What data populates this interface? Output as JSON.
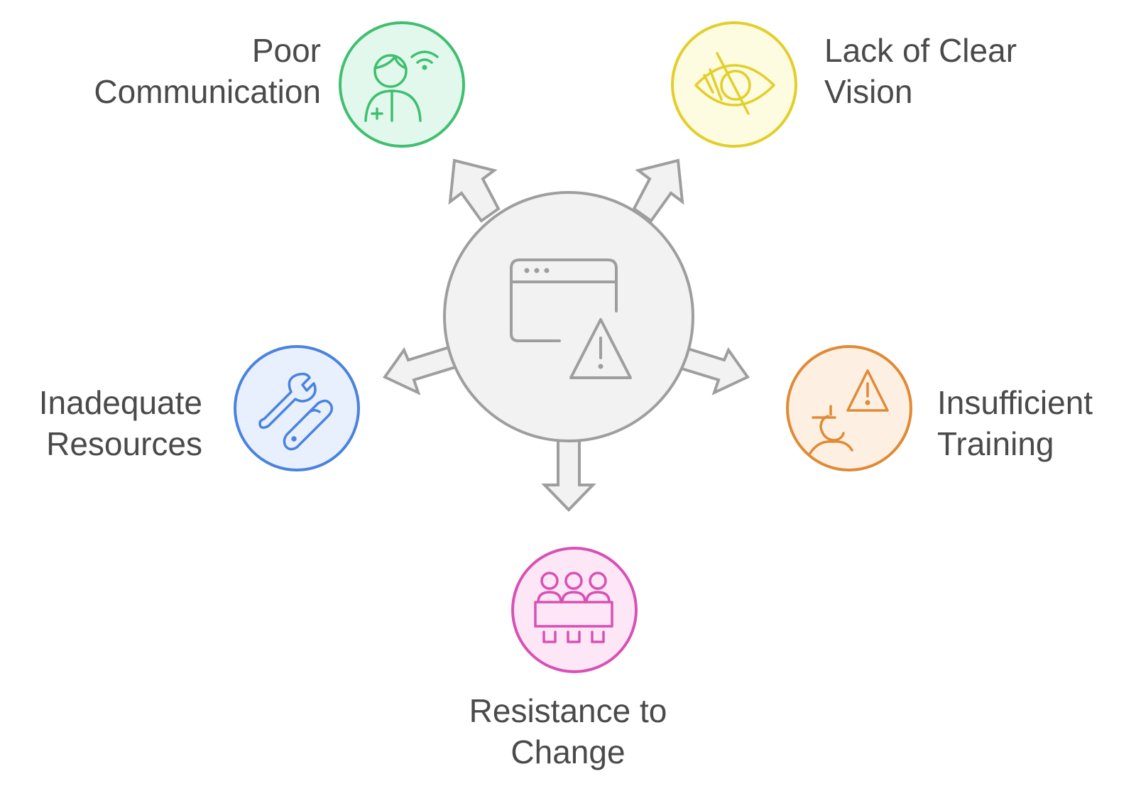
{
  "hub": {
    "icon": "browser-warning-icon",
    "fill": "#f2f2f2",
    "stroke": "#9e9e9e"
  },
  "causes": [
    {
      "id": "poor-communication",
      "lines": [
        "Poor",
        "Communication"
      ],
      "icon": "person-signal-icon",
      "fill": "#e3f8ec",
      "stroke": "#3fbf6f"
    },
    {
      "id": "lack-of-clear-vision",
      "lines": [
        "Lack of Clear",
        "Vision"
      ],
      "icon": "eye-off-icon",
      "fill": "#fdfbe0",
      "stroke": "#e2cf2a"
    },
    {
      "id": "inadequate-resources",
      "lines": [
        "Inadequate",
        "Resources"
      ],
      "icon": "tools-icon",
      "fill": "#e9f0fd",
      "stroke": "#4a82e0"
    },
    {
      "id": "insufficient-training",
      "lines": [
        "Insufficient",
        "Training"
      ],
      "icon": "person-warning-icon",
      "fill": "#fdf0e2",
      "stroke": "#e08a35"
    },
    {
      "id": "resistance-to-change",
      "lines": [
        "Resistance to",
        "Change"
      ],
      "icon": "group-table-icon",
      "fill": "#fde6f5",
      "stroke": "#d950b5"
    }
  ]
}
